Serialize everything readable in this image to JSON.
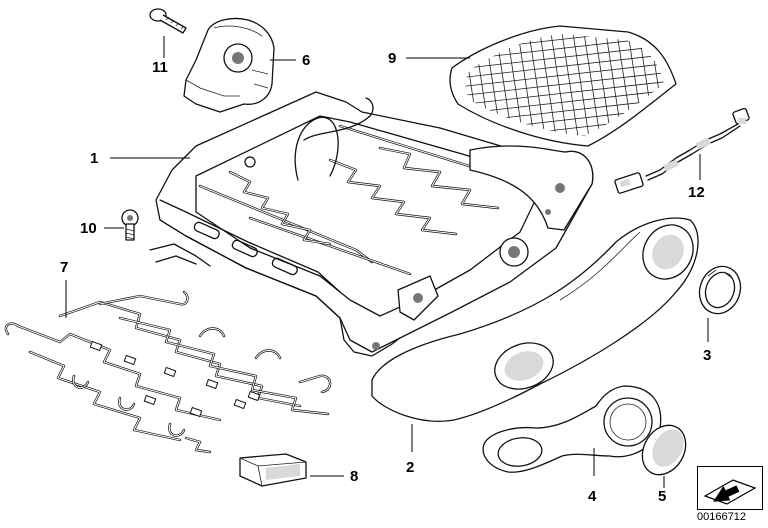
{
  "callouts": {
    "frame": "1",
    "trim_large": "2",
    "ring": "3",
    "trim_small": "4",
    "cap": "5",
    "cover": "6",
    "spring_mat": "7",
    "connector": "8",
    "heating_pad": "9",
    "screw": "10",
    "bolt": "11",
    "cable": "12"
  },
  "reference_number": "00166712",
  "icon": "catalog-arrow-icon"
}
